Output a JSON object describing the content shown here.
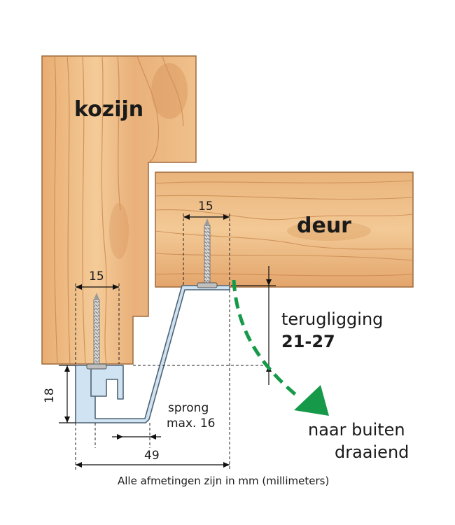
{
  "labels": {
    "frame": "kozijn",
    "door": "deur",
    "recess_title": "terugligging",
    "recess_range": "21-27",
    "jump_line1": "sprong",
    "jump_line2": "max. 16",
    "direction_line1": "naar buiten",
    "direction_line2": "draaiend",
    "footnote": "Alle afmetingen zijn in mm (millimeters)"
  },
  "dimensions": {
    "screw_spacing_frame": "15",
    "screw_spacing_door": "15",
    "profile_height": "18",
    "total_width": "49"
  },
  "colors": {
    "wood_light": "#f2c48e",
    "wood_mid": "#e0a468",
    "wood_dark": "#c9804a",
    "wood_outline": "#6b4a2e",
    "profile_fill": "#cfe3f2",
    "profile_stroke": "#5a6e80",
    "arrow_green": "#169a4a",
    "screw": "#c8c8c8"
  }
}
